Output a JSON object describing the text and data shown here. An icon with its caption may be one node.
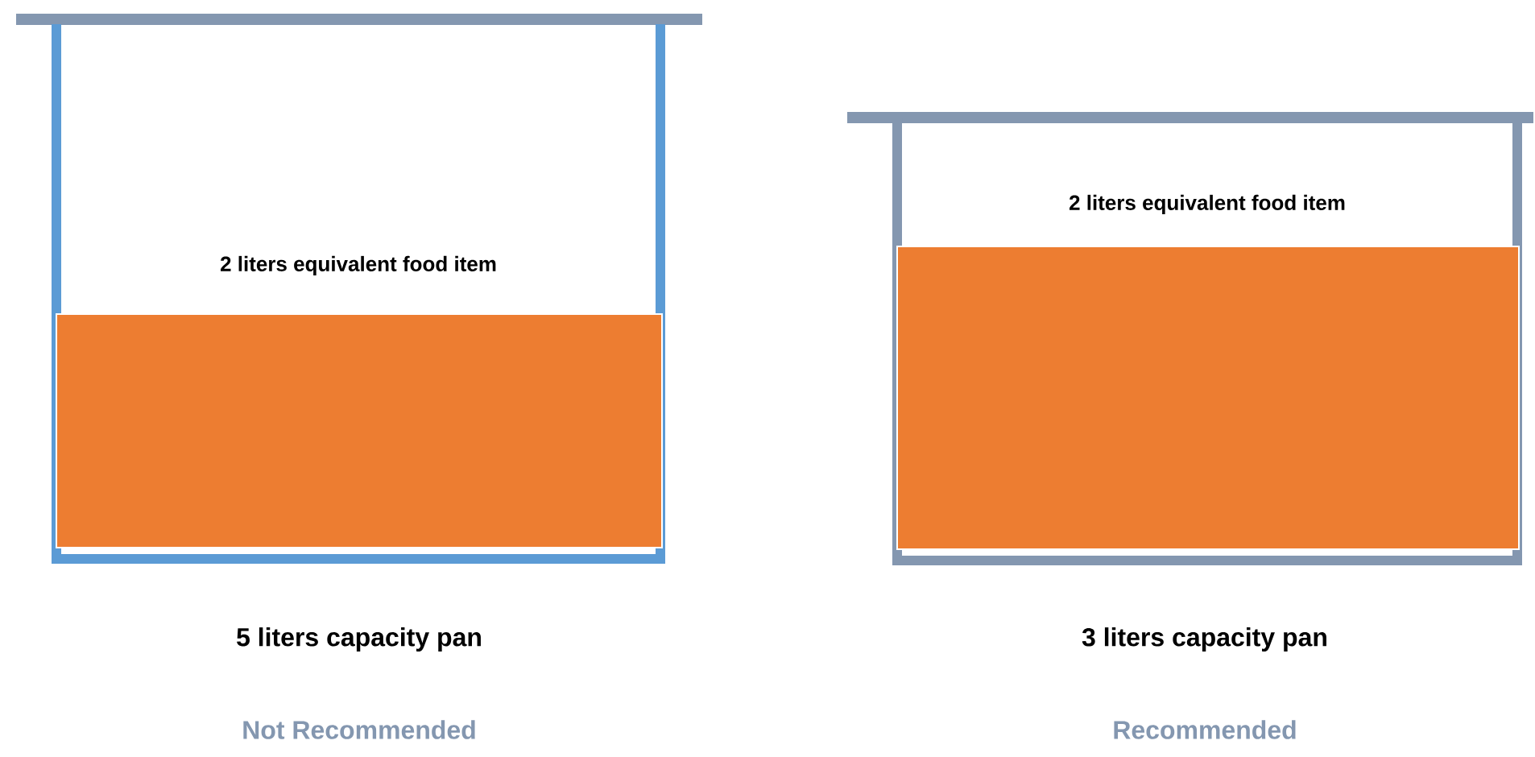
{
  "diagram": {
    "nodes": [
      {
        "text": [
          "2 liters equivalent food item"
        ],
        "beside": [
          "5 liters capacity pan",
          "Not Recommended"
        ]
      },
      {
        "text": [],
        "shape": "box",
        "in": 0
      },
      {
        "text": [
          "2 liters equivalent food item"
        ],
        "beside": [
          "3 liters capacity pan",
          "Recommended"
        ]
      },
      {
        "text": [],
        "shape": "box",
        "in": 2
      }
    ]
  }
}
